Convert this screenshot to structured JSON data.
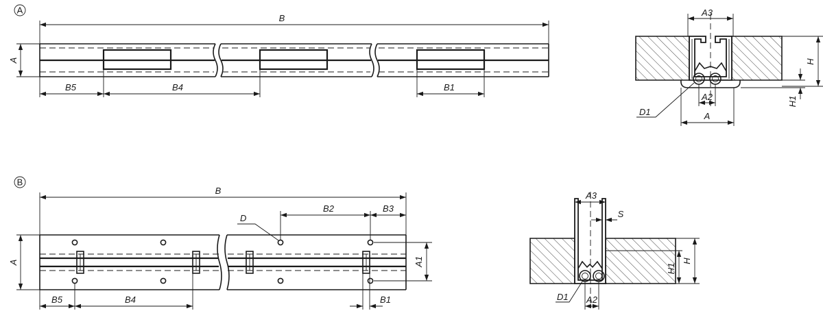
{
  "markers": {
    "view_a": "A",
    "view_b": "B"
  },
  "view_a": {
    "dims": {
      "B": "B",
      "B5": "B5",
      "B4": "B4",
      "B1": "B1",
      "A": "A"
    },
    "section": {
      "A3": "A3",
      "H": "H",
      "A2": "A2",
      "H1": "H1",
      "D1": "D1",
      "A": "A"
    }
  },
  "view_b": {
    "dims": {
      "B": "B",
      "B2": "B2",
      "B3": "B3",
      "D": "D",
      "A": "A",
      "A1": "A1",
      "B5": "B5",
      "B4": "B4",
      "B1": "B1"
    },
    "section": {
      "A3": "A3",
      "S": "S",
      "H": "H",
      "H1": "H1",
      "D1": "D1",
      "A2": "A2"
    }
  }
}
